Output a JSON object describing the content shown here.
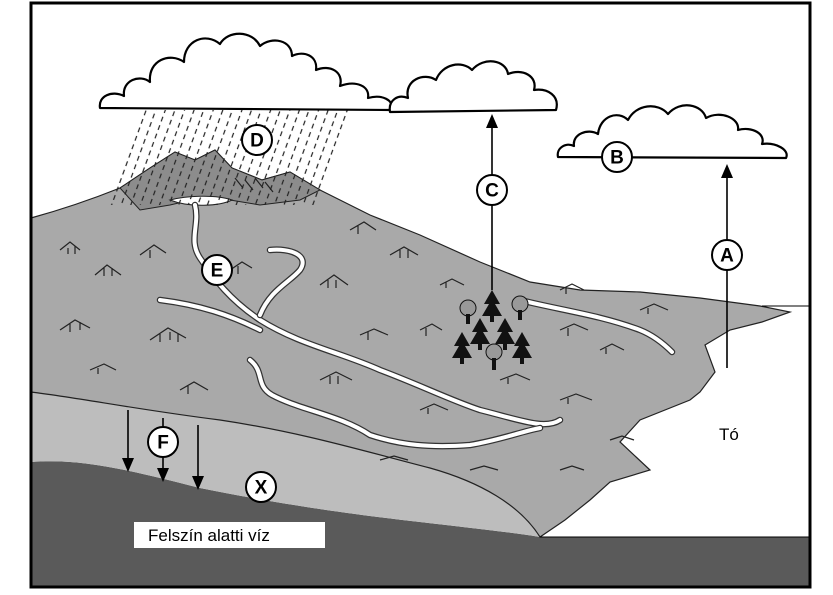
{
  "labels": {
    "A": "A",
    "B": "B",
    "C": "C",
    "D": "D",
    "E": "E",
    "F": "F",
    "X": "X"
  },
  "lake_label": "Tó",
  "groundwater_label": "Felszín alatti víz",
  "colors": {
    "land": "#a9a9a9",
    "land_dark": "#8c8c8c",
    "soil": "#bdbdbd",
    "groundwater": "#5a5a5a",
    "frame": "#000000",
    "cloud": "#ffffff"
  }
}
